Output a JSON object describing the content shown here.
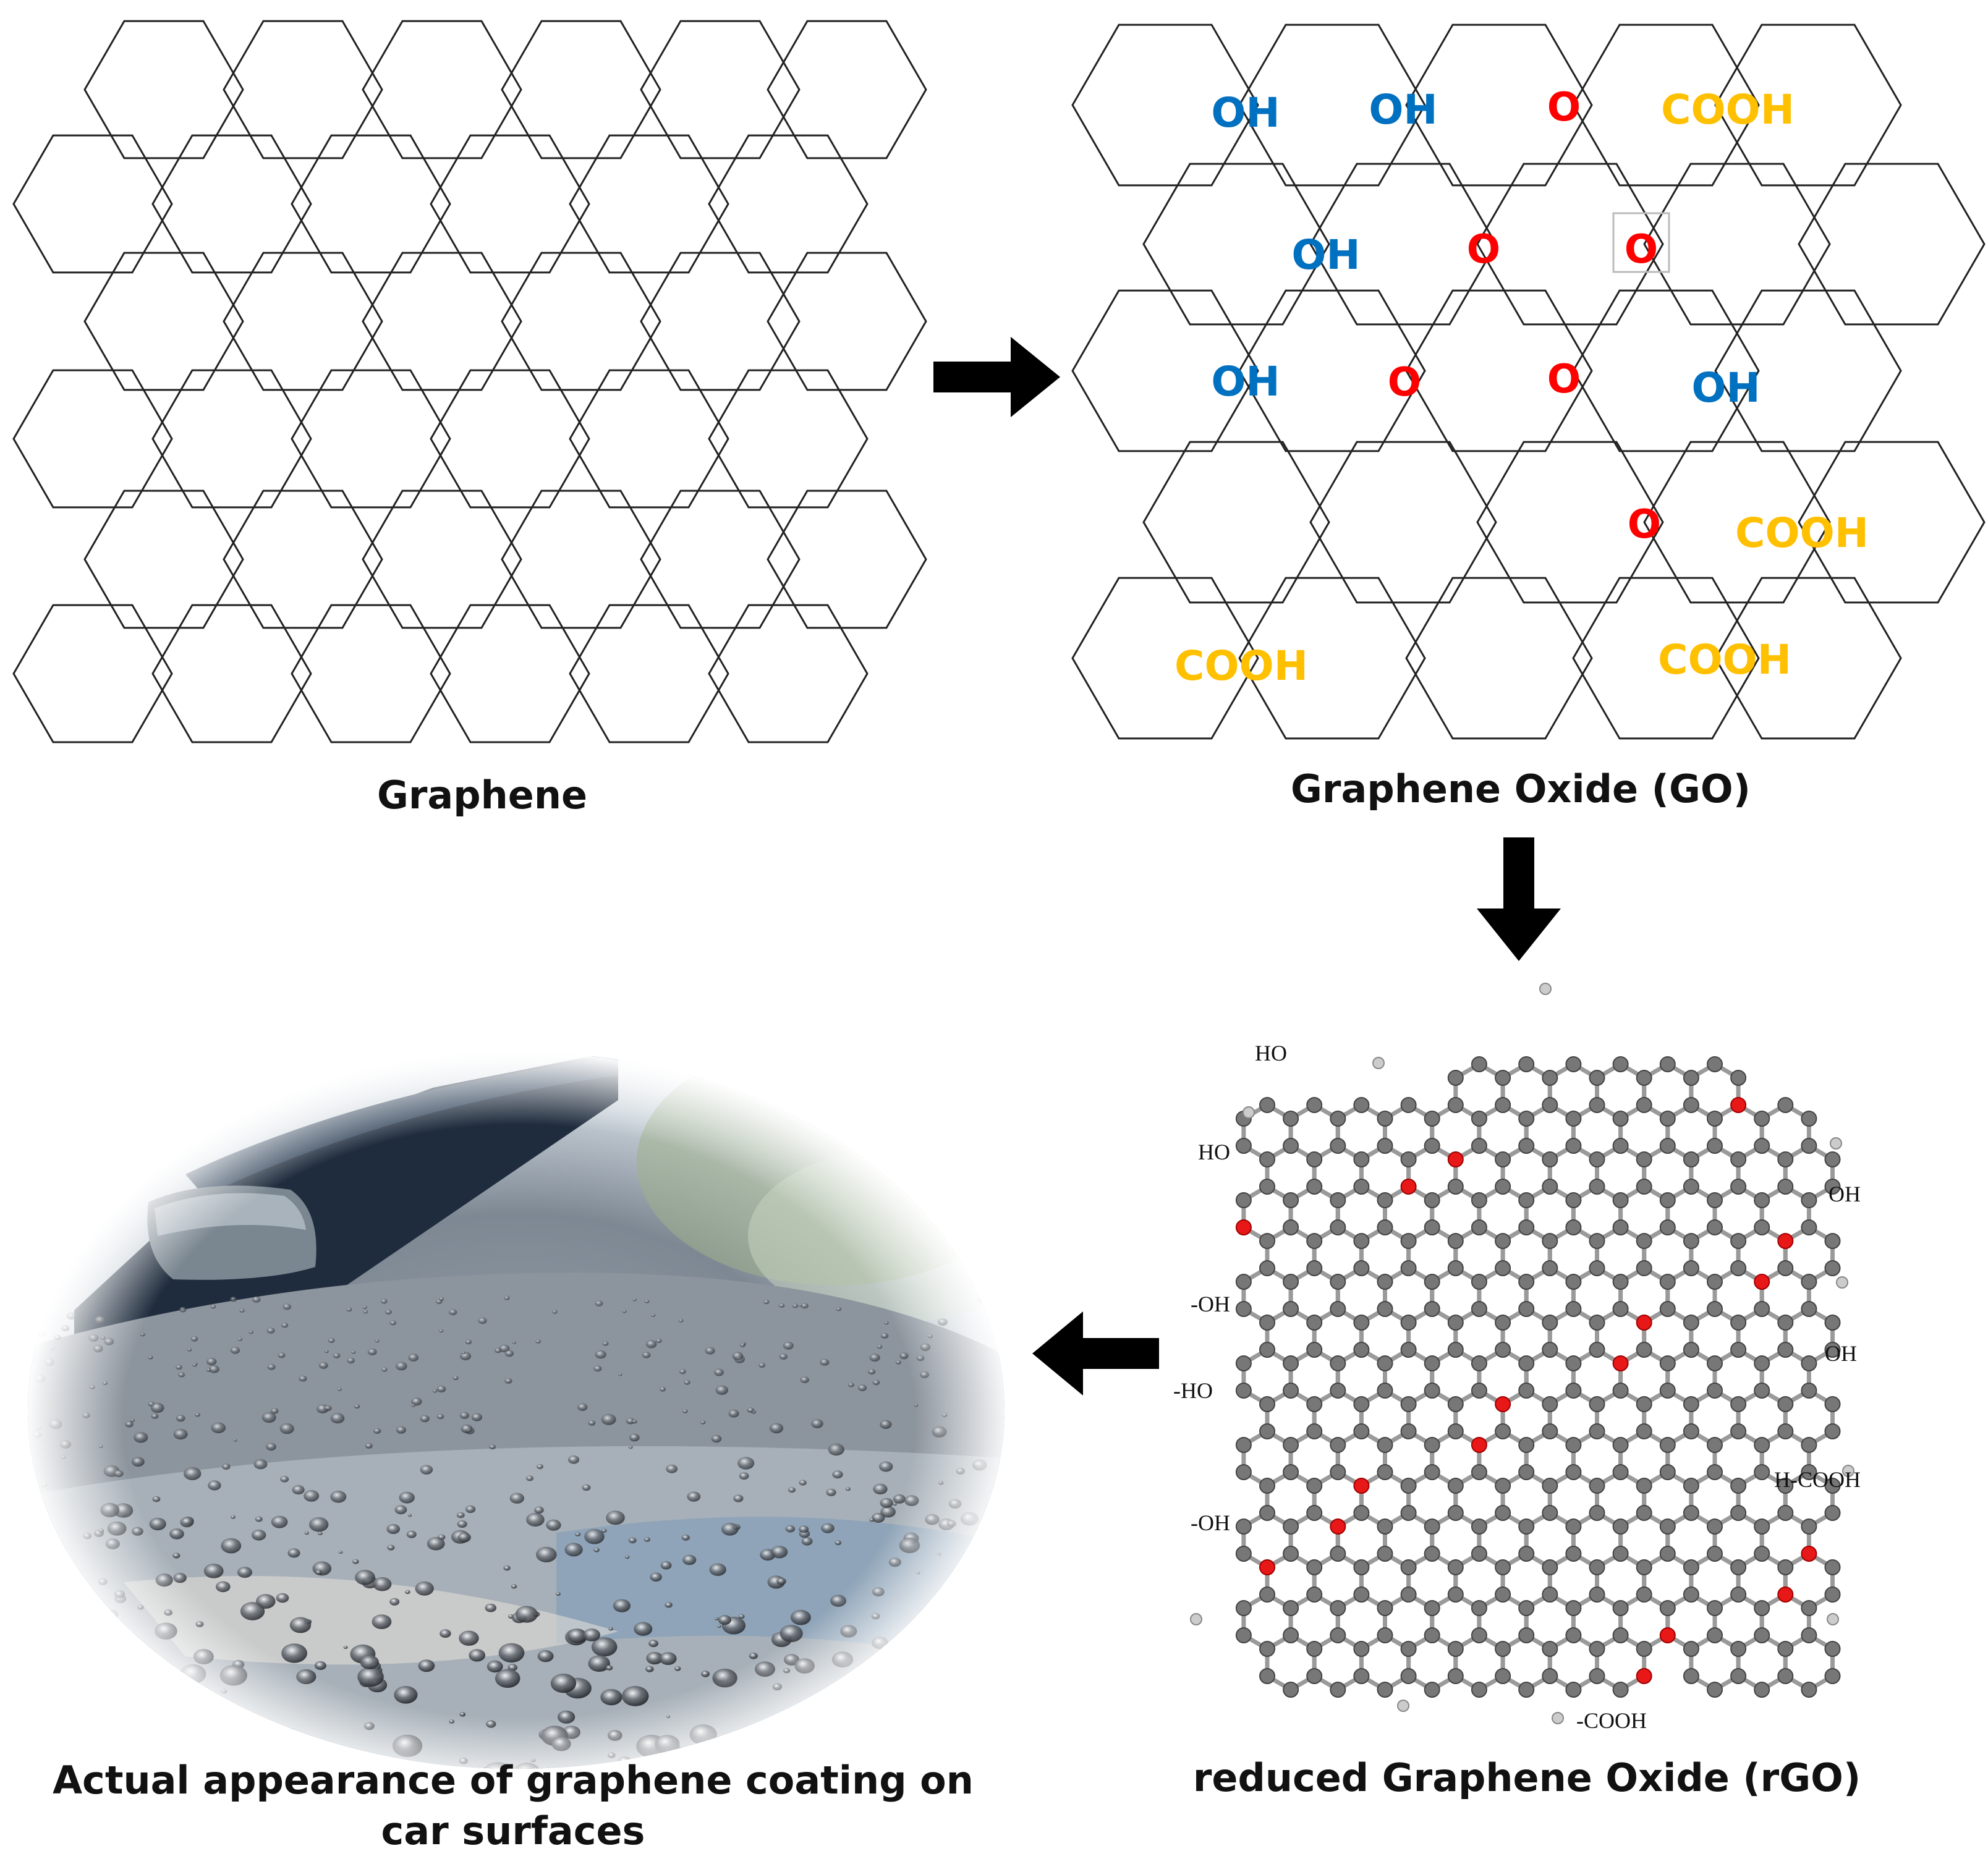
{
  "graphene": {
    "caption": "Graphene"
  },
  "graphene_oxide": {
    "caption": "Graphene Oxide (GO)",
    "hydroxyl_label": "OH",
    "epoxy_label": "O",
    "carboxyl_label": "COOH"
  },
  "reduced_graphene_oxide": {
    "caption": "reduced Graphene Oxide (rGO)",
    "labels": {
      "top_left": "HO",
      "left_1": "HO",
      "left_2": "-OH",
      "left_3": "-HO",
      "left_4": "-OH",
      "right_1": "OH",
      "right_2": "OH",
      "right_3": "H-COOH",
      "bottom": "-COOH"
    }
  },
  "car_photo": {
    "caption": "Actual appearance of graphene coating on car surfaces"
  },
  "colors": {
    "hydroxyl": "#0070c0",
    "epoxy": "#ff0000",
    "carboxyl": "#ffc000",
    "carbon_atom": "#777777",
    "oxygen_atom": "#e81818",
    "hydrogen_atom": "#cccccc",
    "arrow": "#000000"
  }
}
